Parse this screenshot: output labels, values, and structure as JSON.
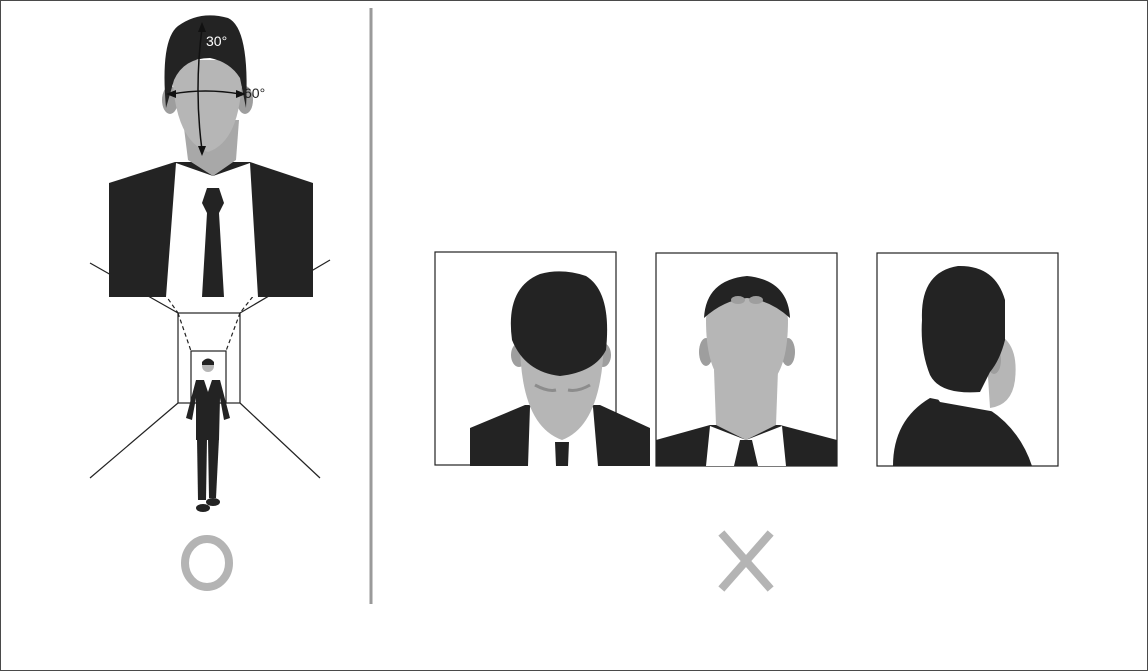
{
  "angles": {
    "vertical_label": "30°",
    "horizontal_label": "60°"
  },
  "verdicts": {
    "correct": "O",
    "incorrect": "X"
  },
  "icons": {
    "correct_mark": "circle-o-icon",
    "incorrect_mark": "cross-x-icon"
  },
  "colors": {
    "suit": "#232323",
    "hair": "#232323",
    "skin": "#b6b6b6",
    "divider": "#9a9a9a",
    "mark": "#b4b4b4"
  }
}
